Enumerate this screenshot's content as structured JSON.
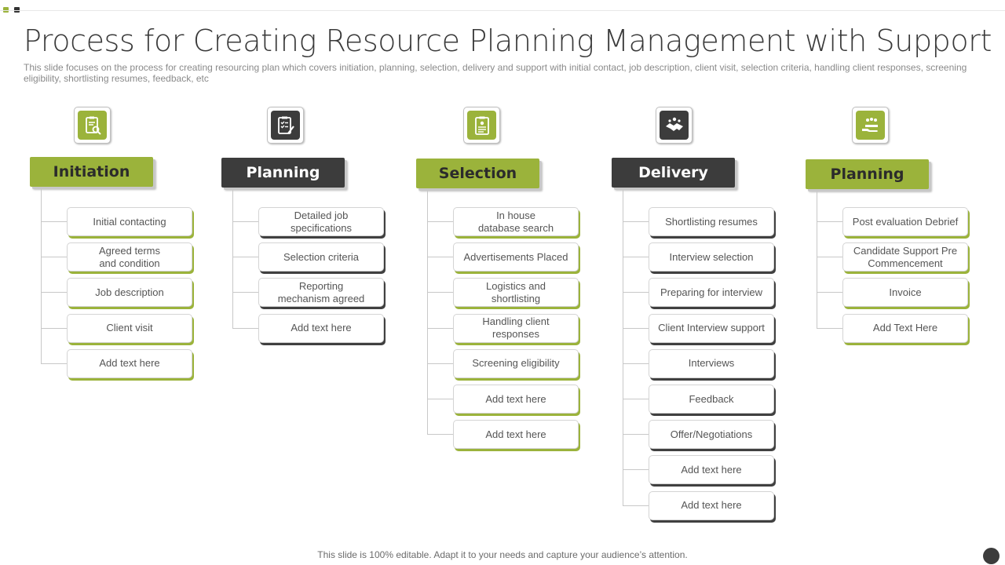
{
  "title": "Process for Creating Resource Planning Management with Support",
  "subtitle": "This slide focuses on the process for creating resourcing plan which covers initiation, planning, selection, delivery and support with initial contact, job description, client visit, selection criteria, handling client responses, screening eligibility, shortlisting resumes, feedback, etc",
  "footer": "This slide is 100% editable. Adapt it to your needs and capture your audience’s attention.",
  "colors": {
    "accent_green": "#9bb33b",
    "dark": "#3c3c3c"
  },
  "columns": [
    {
      "header": "Initiation",
      "theme": "green",
      "icon": "clipboard-search-icon",
      "items": [
        "Initial contacting",
        "Agreed terms\nand condition",
        "Job description",
        "Client visit",
        "Add text here"
      ]
    },
    {
      "header": "Planning",
      "theme": "dark",
      "icon": "checklist-pen-icon",
      "items": [
        "Detailed job\nspecifications",
        "Selection criteria",
        "Reporting\nmechanism agreed",
        "Add text here"
      ]
    },
    {
      "header": "Selection",
      "theme": "green",
      "icon": "document-icon",
      "items": [
        "In house\ndatabase search",
        "Advertisements Placed",
        "Logistics and\nshortlisting",
        "Handling client\nresponses",
        "Screening eligibility",
        "Add text here",
        "Add text here"
      ]
    },
    {
      "header": "Delivery",
      "theme": "dark",
      "icon": "handshake-icon",
      "items": [
        "Shortlisting resumes",
        "Interview  selection",
        "Preparing for interview",
        "Client Interview  support",
        "Interviews",
        "Feedback",
        "Offer/Negotiations",
        "Add text here",
        "Add text here"
      ]
    },
    {
      "header": "Planning",
      "theme": "green",
      "icon": "hand-people-icon",
      "items": [
        "Post evaluation  Debrief",
        "Candidate Support Pre\nCommencement",
        "Invoice",
        "Add Text Here"
      ]
    }
  ]
}
